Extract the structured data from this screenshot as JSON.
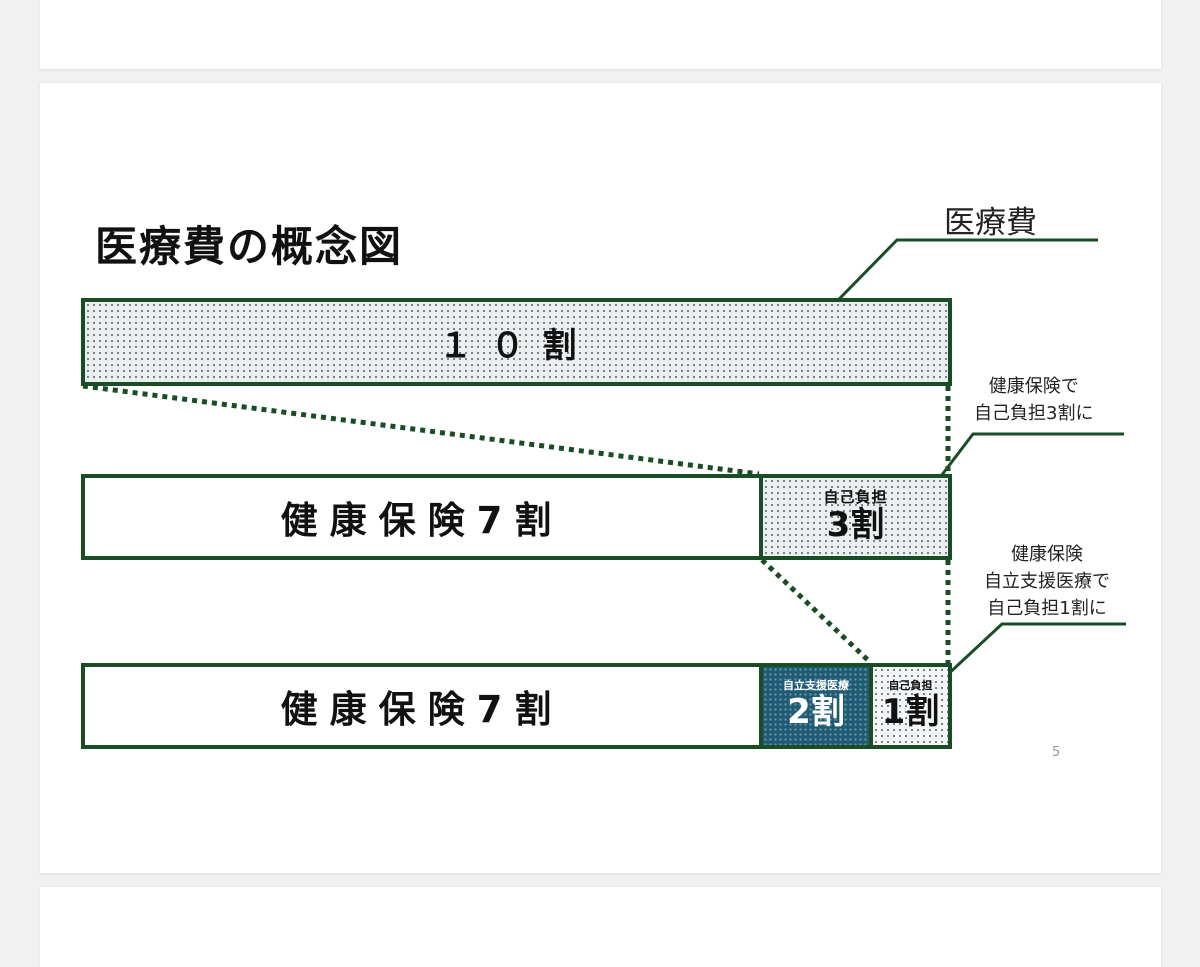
{
  "slide": {
    "title": "医療費の概念図",
    "medical_label": "医療費",
    "bars": {
      "full": "１０割",
      "insurance_a": "健康保険7割",
      "self_pay_a_caption": "自己負担",
      "self_pay_a_value": "3割",
      "insurance_b": "健康保険7割",
      "support_caption": "自立支援医療",
      "support_value": "2割",
      "self_pay_b_caption": "自己負担",
      "self_pay_b_value": "1割"
    },
    "note1": {
      "line1": "健康保険で",
      "line2": "自己負担3割に"
    },
    "note2": {
      "line1": "健康保険",
      "line2": "自立支援医療で",
      "line3": "自己負担1割に"
    },
    "page_number": "5"
  },
  "colors": {
    "frame_green": "#1a4d25",
    "support_teal": "#205a73",
    "dotted_fill": "#ebeff0",
    "background": "#f1f1f1"
  }
}
